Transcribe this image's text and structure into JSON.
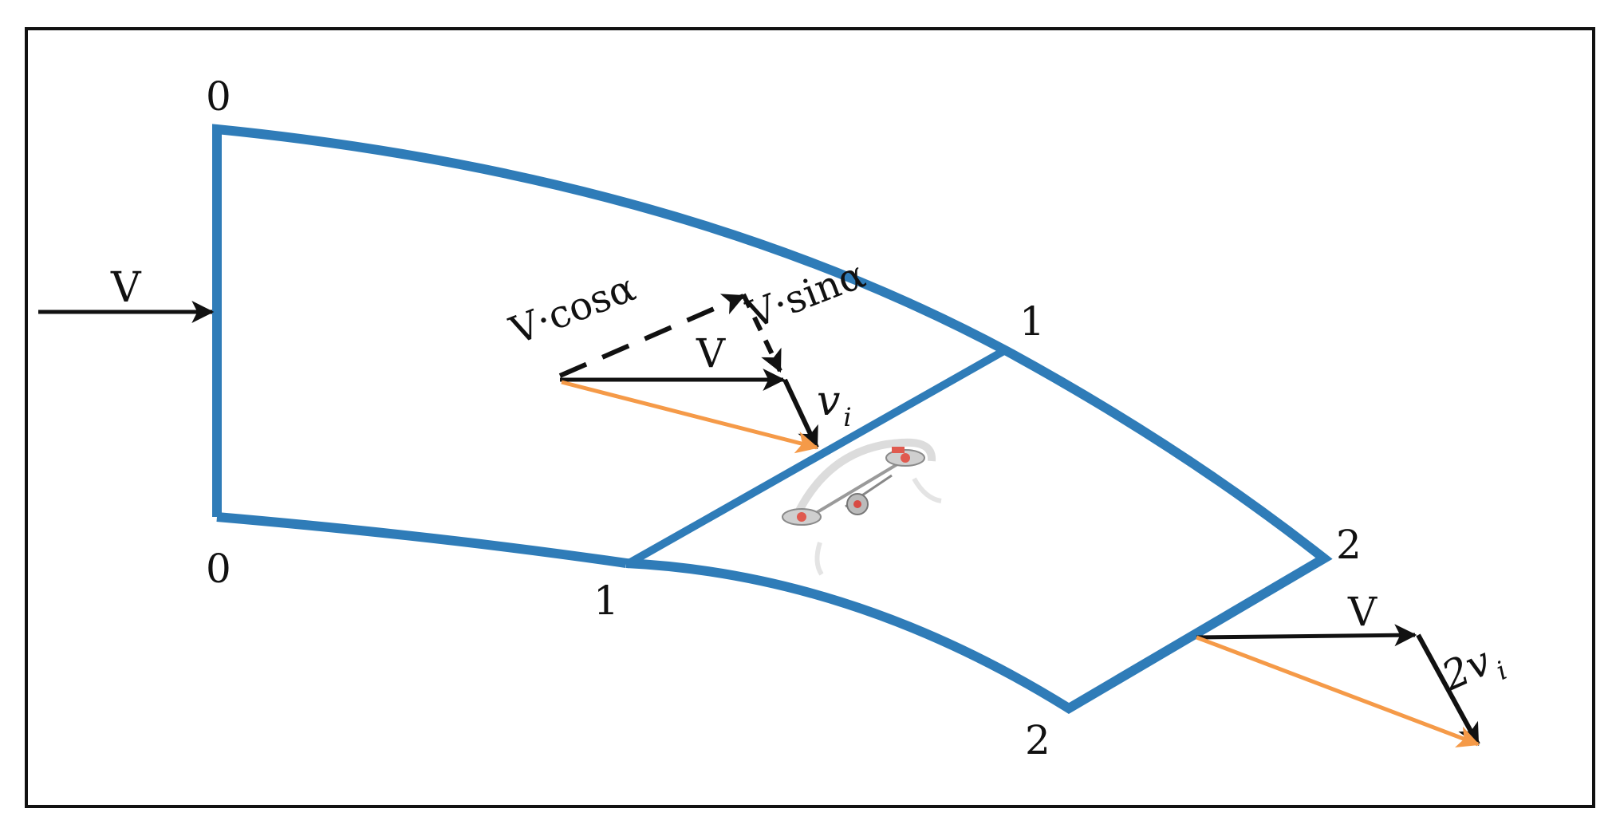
{
  "diagram": {
    "colors": {
      "stream_tube": "#2f7cb8",
      "arrow_black": "#111111",
      "arrow_orange": "#f59a48",
      "frame": "#111111",
      "background": "#ffffff"
    },
    "labels": {
      "station_0_top": "0",
      "station_0_bottom": "0",
      "station_1_top": "1",
      "station_1_bottom": "1",
      "station_2_top": "2",
      "station_2_bottom": "2",
      "freestream_v": "V",
      "v_cos": "V·cosα",
      "v_sin": "V·sinα",
      "v_mid": "V",
      "vi_main": "v",
      "vi_sub": "i",
      "v_far": "V",
      "two_vi_main": "2v",
      "two_vi_sub": "i"
    },
    "icons": {
      "rotor": "quadcopter-drone-icon"
    }
  }
}
